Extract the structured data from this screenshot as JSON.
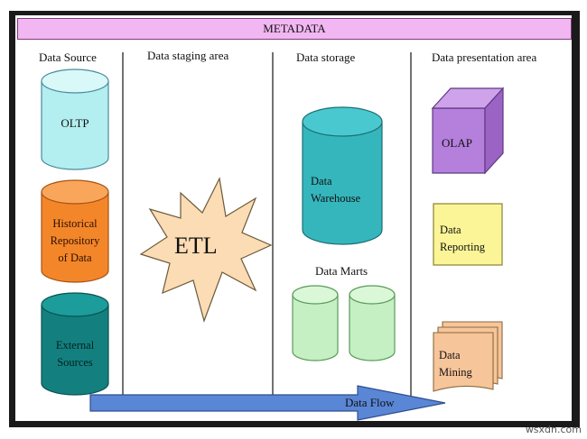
{
  "banner": "METADATA",
  "columns": {
    "data_source": "Data Source",
    "staging": "Data staging area",
    "storage": "Data storage",
    "presentation": "Data presentation area"
  },
  "sources": {
    "oltp": "OLTP",
    "historical": [
      "Historical",
      "Repository",
      "of Data"
    ],
    "external": [
      "External",
      "Sources"
    ]
  },
  "etl": "ETL",
  "warehouse": [
    "Data",
    "Warehouse"
  ],
  "data_marts": "Data Marts",
  "presentation_items": {
    "olap": "OLAP",
    "reporting": [
      "Data",
      "Reporting"
    ],
    "mining": [
      "Data",
      "Mining"
    ]
  },
  "flow": "Data Flow",
  "watermark": "wsxdn.com",
  "colors": {
    "banner": "#f2b6f2",
    "oltp": "#b3eef0",
    "historical": "#f4862a",
    "external": "#13807f",
    "warehouse": "#35b6bd",
    "marts": "#c5f0c3",
    "olap": "#b57fdc",
    "reporting": "#fbf597",
    "mining": "#f7c59a",
    "etl": "#fcdcb4",
    "arrow": "#5a86d6"
  }
}
